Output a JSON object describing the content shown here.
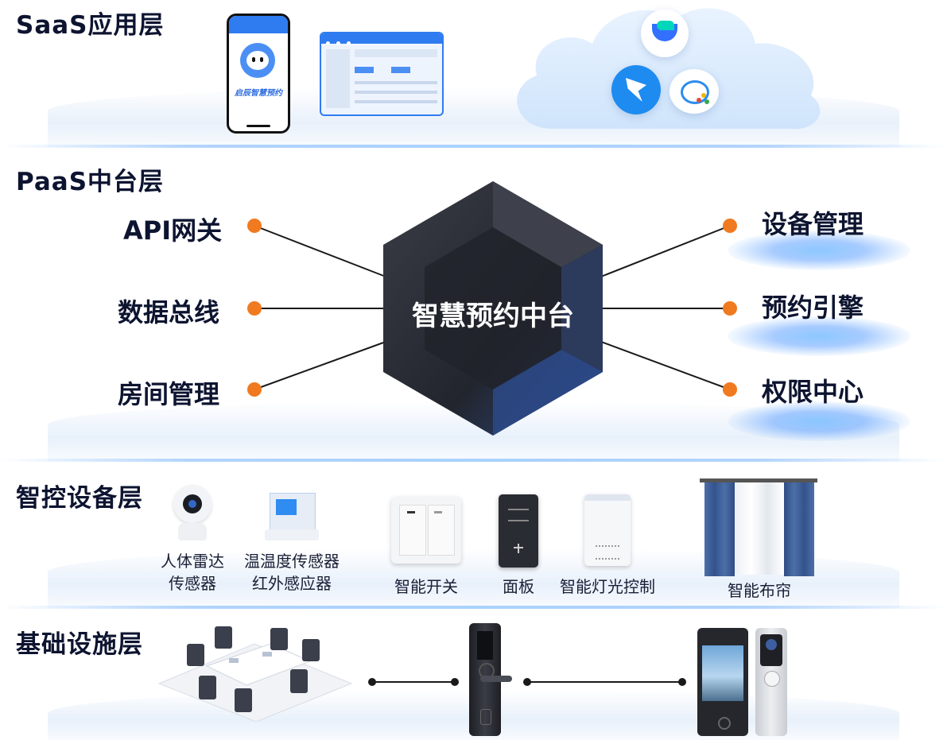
{
  "layers": {
    "saas": {
      "title": "SaaS应用层",
      "phone_app_text": "启辰智慧预约"
    },
    "paas": {
      "title": "PaaS中台层",
      "hub": "智慧预约中台",
      "left": [
        "API网关",
        "数据总线",
        "房间管理"
      ],
      "right": [
        "设备管理",
        "预约引擎",
        "权限中心"
      ]
    },
    "devices": {
      "title": "智控设备层",
      "items": [
        {
          "line1": "人体雷达",
          "line2": "传感器"
        },
        {
          "line1": "温温度传感器",
          "line2": "红外感应器"
        },
        {
          "line1": "智能开关",
          "line2": ""
        },
        {
          "line1": "面板",
          "line2": ""
        },
        {
          "line1": "智能灯光控制",
          "line2": ""
        },
        {
          "line1": "智能布帘",
          "line2": ""
        }
      ]
    },
    "infra": {
      "title": "基础设施层"
    }
  },
  "colors": {
    "accent_dot": "#f07a20",
    "hub_dark": "#24272f",
    "title_text": "#0d1430",
    "glow_blue": "#3a8cff"
  }
}
